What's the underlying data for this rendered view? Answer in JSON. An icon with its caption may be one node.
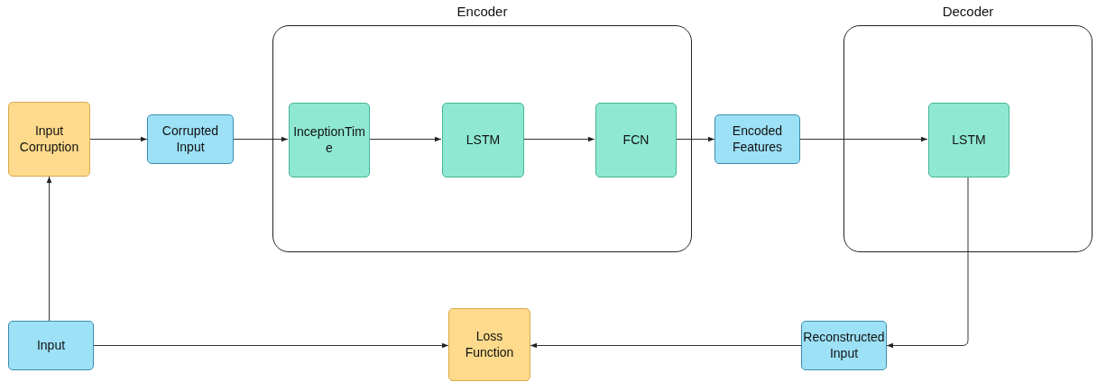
{
  "diagram": {
    "nodes": [
      {
        "text": [
          "Encoder"
        ]
      },
      {
        "text": [
          "Decoder"
        ]
      },
      {
        "text": [
          "Input Corruption"
        ]
      },
      {
        "text": [
          "Corrupted Input"
        ]
      },
      {
        "text": [
          "InceptionTime"
        ],
        "in": 0
      },
      {
        "text": [
          "LSTM"
        ],
        "in": 0
      },
      {
        "text": [
          "FCN"
        ],
        "in": 0
      },
      {
        "text": [
          "Encoded Features"
        ]
      },
      {
        "text": [
          "LSTM"
        ],
        "in": 1
      },
      {
        "text": [
          "Input"
        ]
      },
      {
        "text": [
          "Loss Function"
        ]
      },
      {
        "text": [
          "Reconstructed Input"
        ]
      }
    ],
    "edges": [
      {
        "from": 9,
        "to": 2,
        "arrow": "to"
      },
      {
        "from": 2,
        "to": 3,
        "arrow": "to"
      },
      {
        "from": 3,
        "to": 4,
        "arrow": "to"
      },
      {
        "from": 4,
        "to": 5,
        "arrow": "to"
      },
      {
        "from": 5,
        "to": 6,
        "arrow": "to"
      },
      {
        "from": 6,
        "to": 7,
        "arrow": "to"
      },
      {
        "from": 7,
        "to": 8,
        "arrow": "to"
      },
      {
        "from": 8,
        "to": 11,
        "arrow": "to"
      },
      {
        "from": 11,
        "to": 10,
        "arrow": "to"
      },
      {
        "from": 9,
        "to": 10,
        "arrow": "to"
      }
    ]
  }
}
